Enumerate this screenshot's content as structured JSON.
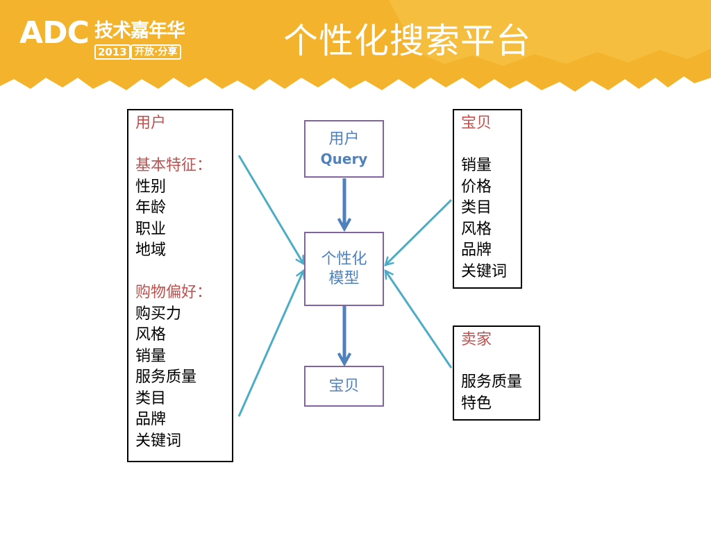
{
  "header": {
    "logo": {
      "main": "ADC",
      "tag": "技术嘉年华",
      "year": "2013",
      "slogan": "开放·分享"
    },
    "title": "个性化搜索平台"
  },
  "user_panel": {
    "title": "用户",
    "basic_label": "基本特征：",
    "basic_items": [
      "性别",
      "年龄",
      "职业",
      "地域"
    ],
    "shopping_label": "购物偏好：",
    "shopping_items": [
      "购买力",
      "风格",
      "销量",
      "服务质量",
      "类目",
      "品牌",
      "关键词"
    ]
  },
  "nodes": {
    "query_line1": "用户",
    "query_line2": "Query",
    "model_line1": "个性化",
    "model_line2": "模型",
    "result": "宝贝"
  },
  "item_panel": {
    "title": "宝贝",
    "items": [
      "销量",
      "价格",
      "类目",
      "风格",
      "品牌",
      "关键词"
    ]
  },
  "seller_panel": {
    "title": "卖家",
    "items": [
      "服务质量",
      "特色"
    ]
  },
  "colors": {
    "banner": "#f4b32c",
    "label_red": "#c0504d",
    "node_border": "#8064a2",
    "node_text": "#4f81bd",
    "arrow_blue": "#4bacc6",
    "arrow_dark_blue": "#4f81bd"
  }
}
